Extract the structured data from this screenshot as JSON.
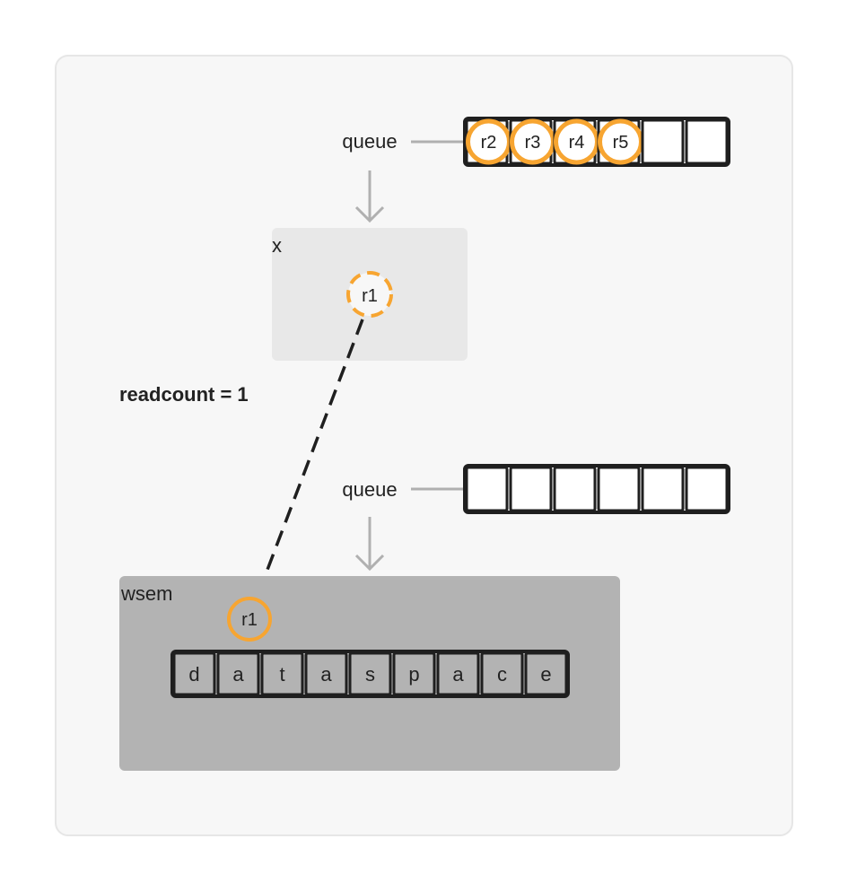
{
  "queue_top": {
    "label": "queue",
    "slots": [
      "r2",
      "r3",
      "r4",
      "r5",
      "",
      ""
    ]
  },
  "mutex_x": {
    "label": "x",
    "holder": "r1"
  },
  "readcount_text": "readcount = 1",
  "queue_bottom": {
    "label": "queue",
    "slots": [
      "",
      "",
      "",
      "",
      "",
      ""
    ]
  },
  "wsem": {
    "label": "wsem",
    "holder": "r1",
    "data": [
      "d",
      "a",
      "t",
      "a",
      "s",
      "p",
      "a",
      "c",
      "e"
    ]
  },
  "colors": {
    "panel_bg": "#f7f7f7",
    "panel_border": "#e6e6e6",
    "box_x": "#e8e8e8",
    "box_wsem": "#b3b3b3",
    "orange": "#f7a531",
    "slot_border": "#1f1f1f",
    "arrow_gray": "#b0b0b0",
    "dashed_arrow": "#1f1f1f"
  }
}
